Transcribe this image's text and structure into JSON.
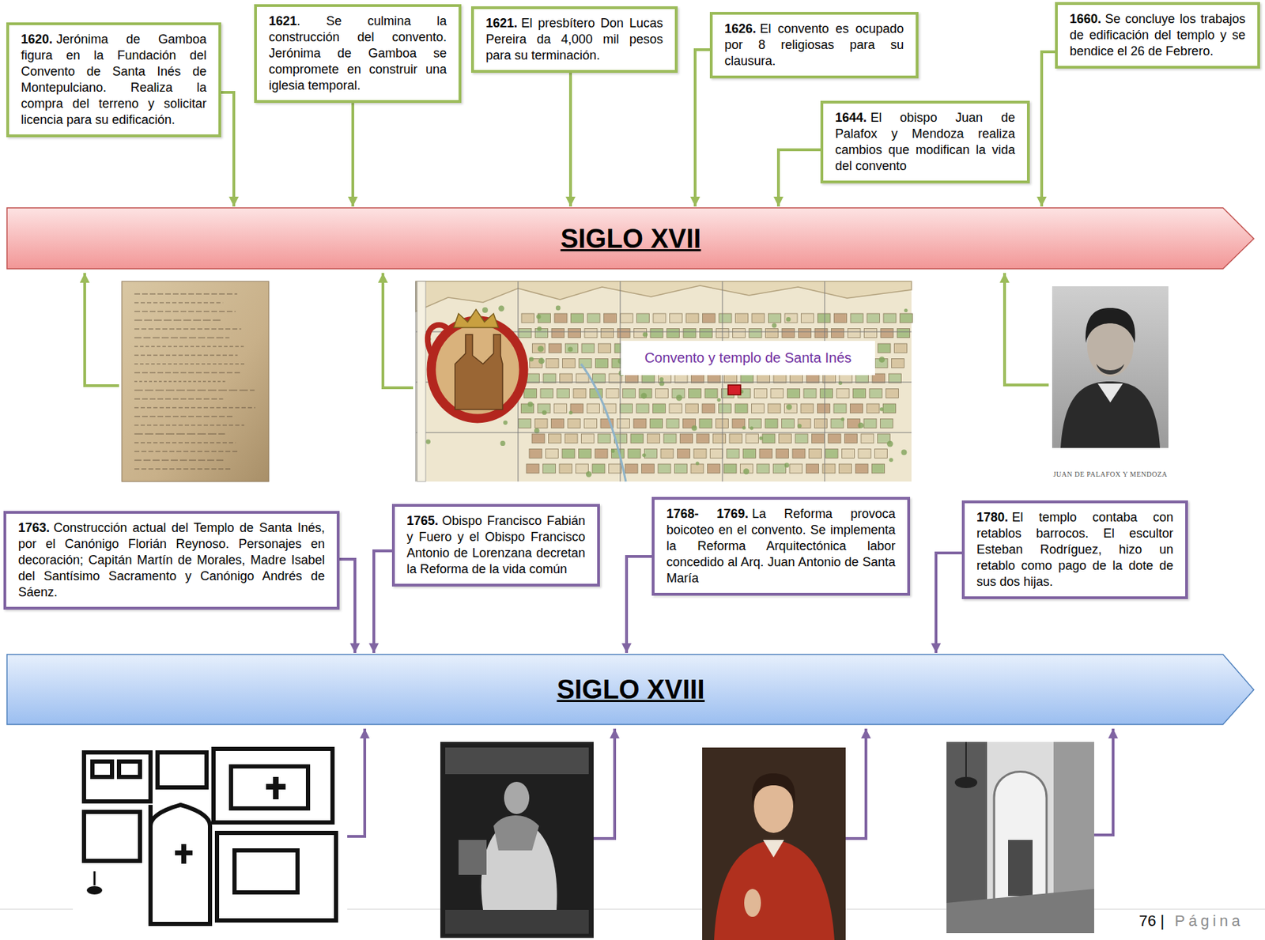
{
  "diagram": {
    "nodes": [
      {
        "text": [
          "1620.",
          "Jerónima de Gamboa figura en la Fundación del Convento de Santa Inés de Montepulciano. Realiza la compra del terreno y solicitar licencia para su edificación."
        ]
      },
      {
        "text": [
          "1621",
          ". Se culmina la construcción del convento. Jerónima de Gamboa se compromete en construir una iglesia temporal."
        ]
      },
      {
        "text": [
          "1621.",
          "El presbítero Don Lucas Pereira da 4,000 mil pesos para su terminación."
        ]
      },
      {
        "text": [
          "1626.",
          "El convento es ocupado por 8 religiosas para su clausura."
        ]
      },
      {
        "text": [
          "1644.",
          "El obispo Juan de Palafox y Mendoza realiza cambios que modifican la vida del convento"
        ]
      },
      {
        "text": [
          "1660.",
          "Se concluye los trabajos de edificación del templo y se bendice el 26 de Febrero."
        ]
      },
      {
        "text": [
          "SIGLO XVII"
        ]
      },
      {
        "text": [
          "1763.",
          "Construcción actual del Templo de Santa Inés, por el Canónigo Florián Reynoso. Personajes en decoración; Capitán Martín de Morales, Madre Isabel del Santísimo Sacramento y Canónigo Andrés de Sáenz."
        ]
      },
      {
        "text": [
          "1765.",
          "Obispo Francisco Fabián y Fuero y el Obispo Francisco Antonio de Lorenzana decretan la Reforma de la vida común"
        ]
      },
      {
        "text": [
          "1768- 1769.",
          "La Reforma provoca boicoteo en el convento. Se implementa la Reforma Arquitectónica labor concedido al Arq. Juan Antonio de Santa María"
        ]
      },
      {
        "text": [
          "1780.",
          "El templo contaba con retablos barrocos. El escultor Esteban Rodríguez, hizo un retablo como pago de la dote de sus dos hijas."
        ]
      },
      {
        "text": [
          "SIGLO XVIII"
        ]
      }
    ],
    "edges": [
      {
        "from": 0,
        "to": 6,
        "arrow": "to"
      },
      {
        "from": 1,
        "to": 6,
        "arrow": "to"
      },
      {
        "from": 2,
        "to": 6,
        "arrow": "to"
      },
      {
        "from": 3,
        "to": 6,
        "arrow": "to"
      },
      {
        "from": 4,
        "to": 6,
        "arrow": "to"
      },
      {
        "from": 5,
        "to": 6,
        "arrow": "to"
      },
      {
        "from": 7,
        "to": 11,
        "arrow": "to"
      },
      {
        "from": 8,
        "to": 11,
        "arrow": "to"
      },
      {
        "from": 9,
        "to": 11,
        "arrow": "to"
      },
      {
        "from": 10,
        "to": 11,
        "arrow": "to"
      }
    ],
    "labels": [
      "Convento y templo de Santa Inés",
      "JUAN DE PALAFOX Y MENDOZA",
      "76 |",
      "Página"
    ]
  }
}
